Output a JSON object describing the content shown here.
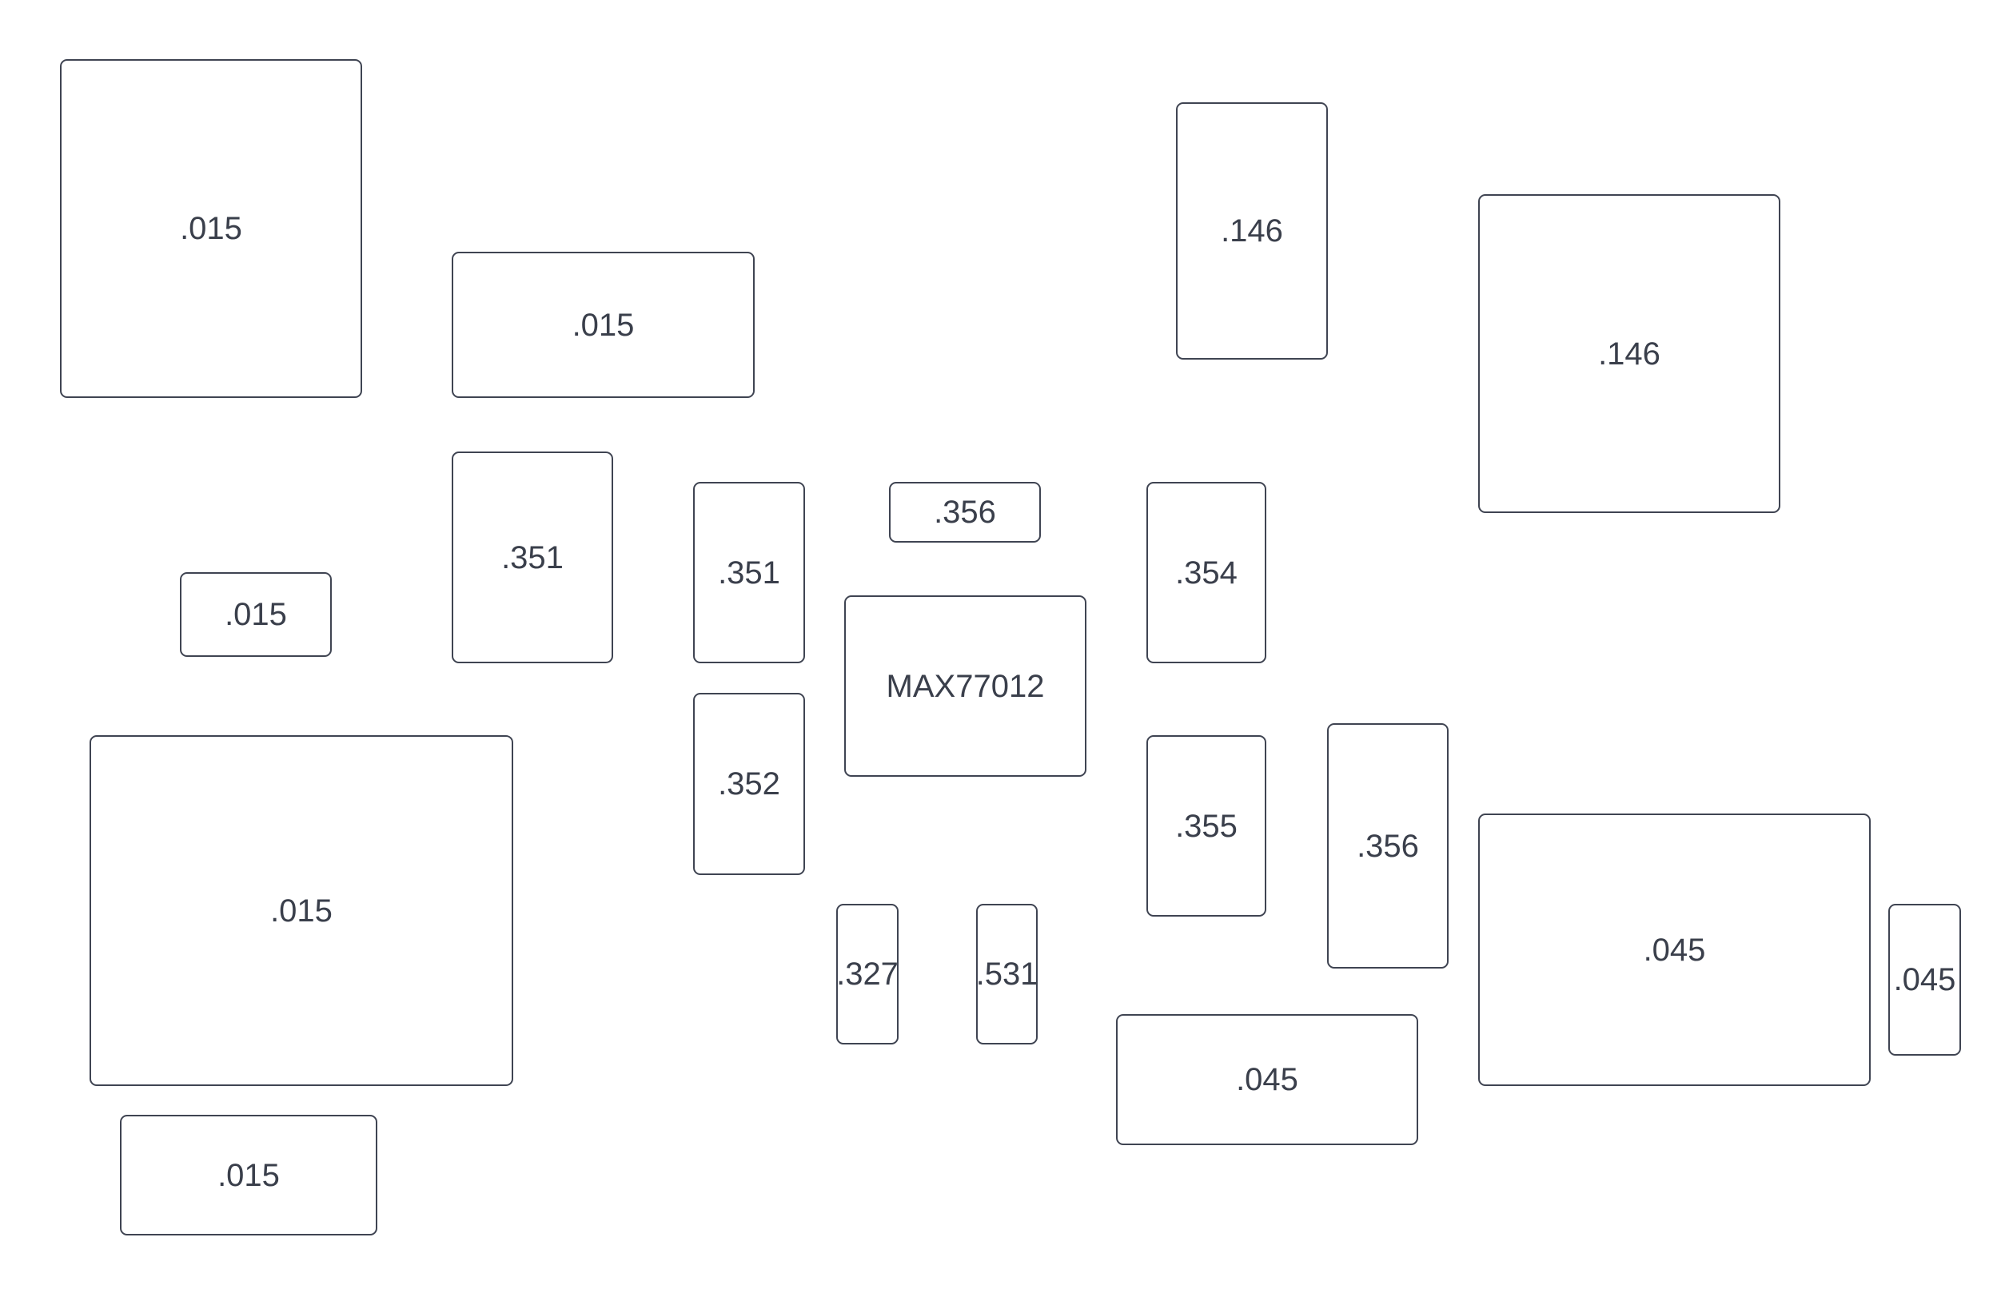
{
  "diagram": {
    "blocks": [
      {
        "label": ".015"
      },
      {
        "label": ".015"
      },
      {
        "label": ".146"
      },
      {
        "label": ".146"
      },
      {
        "label": ".351"
      },
      {
        "label": ".351"
      },
      {
        "label": ".356"
      },
      {
        "label": ".354"
      },
      {
        "label": ".015"
      },
      {
        "label": "MAX77012"
      },
      {
        "label": ".352"
      },
      {
        "label": ".015"
      },
      {
        "label": ".355"
      },
      {
        "label": ".356"
      },
      {
        "label": ".045"
      },
      {
        "label": ".327"
      },
      {
        "label": ".531"
      },
      {
        "label": ".045"
      },
      {
        "label": ".045"
      },
      {
        "label": ".015"
      }
    ]
  },
  "colors": {
    "border": "#3f4452",
    "text": "#3a3f4b",
    "background": "#ffffff"
  }
}
